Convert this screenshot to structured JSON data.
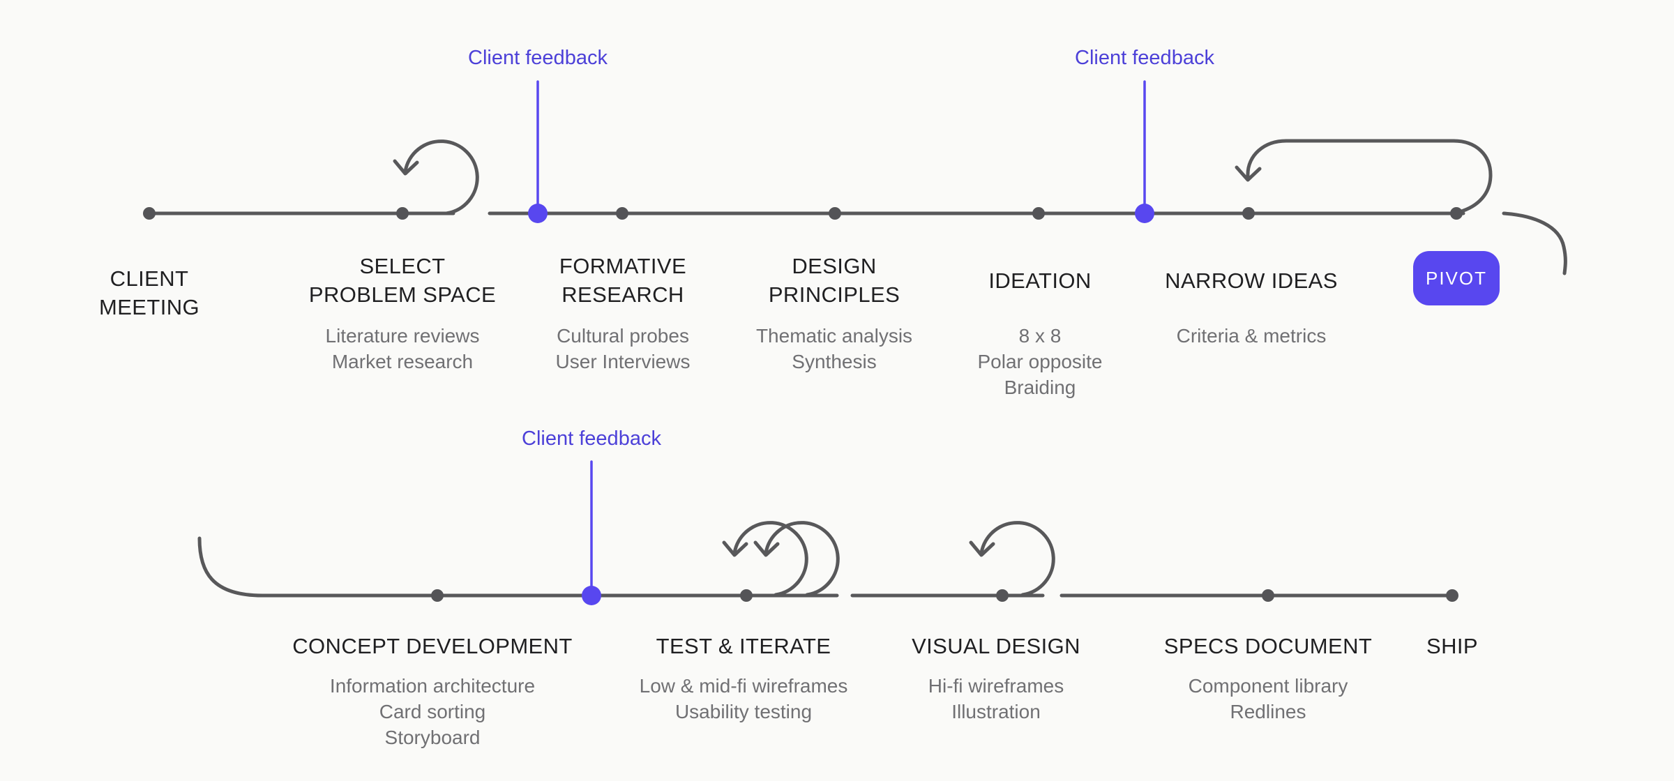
{
  "canvas": {
    "background": "#FAFAF8"
  },
  "colors": {
    "line_gray": "#58585A",
    "dot_gray": "#545457",
    "accent_purple": "#5847EF",
    "feedback_text_purple": "#4C40D8",
    "heading_text": "#1F1F21",
    "detail_text": "#707073",
    "pivot_text": "#FFFFFF"
  },
  "rows": [
    {
      "name": "discovery-row",
      "stages": [
        {
          "id": "client-meeting",
          "title": "CLIENT\nMEETING",
          "details": []
        },
        {
          "id": "select-problem-space",
          "title": "SELECT\nPROBLEM SPACE",
          "details": [
            "Literature reviews",
            "Market research"
          ],
          "loop": "single-iteration"
        },
        {
          "id": "formative-research",
          "title": "FORMATIVE\nRESEARCH",
          "details": [
            "Cultural probes",
            "User Interviews"
          ]
        },
        {
          "id": "design-principles",
          "title": "DESIGN\nPRINCIPLES",
          "details": [
            "Thematic analysis",
            "Synthesis"
          ]
        },
        {
          "id": "ideation",
          "title": "IDEATION",
          "details": [
            "8 x 8",
            "Polar opposite",
            "Braiding"
          ]
        },
        {
          "id": "narrow-ideas",
          "title": "NARROW IDEAS",
          "details": [
            "Criteria & metrics"
          ],
          "loop": "long-return"
        }
      ],
      "feedback_markers": [
        {
          "label": "Client feedback"
        },
        {
          "label": "Client feedback"
        }
      ],
      "pivot_label": "PIVOT"
    },
    {
      "name": "delivery-row",
      "stages": [
        {
          "id": "concept-development",
          "title": "CONCEPT DEVELOPMENT",
          "details": [
            "Information architecture",
            "Card sorting",
            "Storyboard"
          ]
        },
        {
          "id": "test-iterate",
          "title": "TEST & ITERATE",
          "details": [
            "Low & mid-fi wireframes",
            "Usability testing"
          ],
          "loop": "double-iteration"
        },
        {
          "id": "visual-design",
          "title": "VISUAL DESIGN",
          "details": [
            "Hi-fi wireframes",
            "Illustration"
          ],
          "loop": "single-iteration"
        },
        {
          "id": "specs-document",
          "title": "SPECS DOCUMENT",
          "details": [
            "Component library",
            "Redlines"
          ]
        },
        {
          "id": "ship",
          "title": "SHIP",
          "details": []
        }
      ],
      "feedback_markers": [
        {
          "label": "Client feedback"
        }
      ]
    }
  ]
}
